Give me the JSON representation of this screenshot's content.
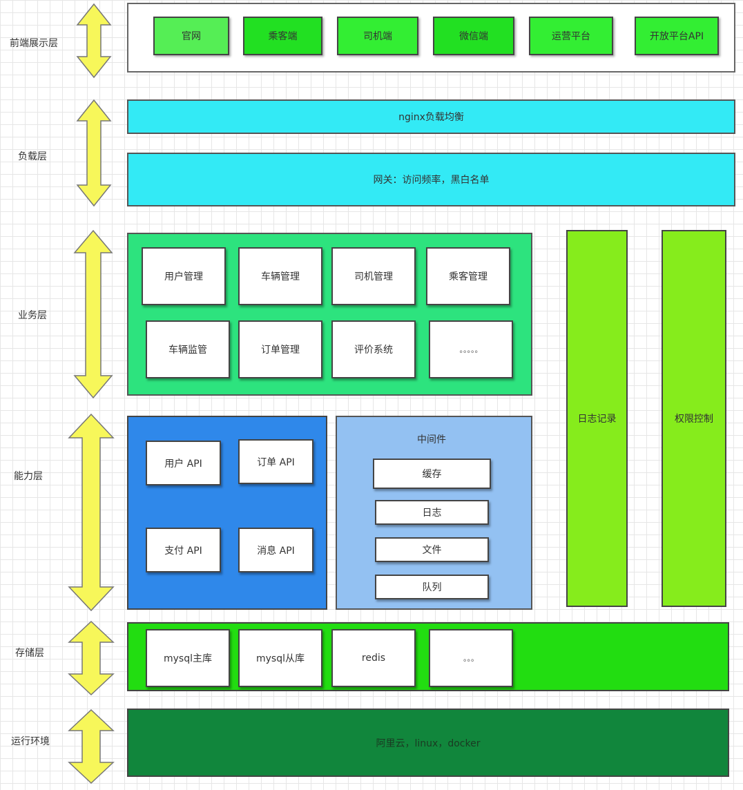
{
  "layers": {
    "frontend": "前端展示层",
    "load": "负载层",
    "business": "业务层",
    "capability": "能力层",
    "storage": "存储层",
    "runtime": "运行环境"
  },
  "frontend": {
    "items": [
      "官网",
      "乘客端",
      "司机端",
      "微信端",
      "运营平台",
      "开放平台API"
    ]
  },
  "load": {
    "nginx": "nginx负载均衡",
    "gateway": "网关：访问频率，黑白名单"
  },
  "business": {
    "items": [
      "用户管理",
      "车辆管理",
      "司机管理",
      "乘客管理",
      "车辆监管",
      "订单管理",
      "评价系统",
      "。。。。。"
    ]
  },
  "side": {
    "log": "日志记录",
    "permission": "权限控制"
  },
  "capability": {
    "apis": [
      "用户 API",
      "订单 API",
      "支付 API",
      "消息 API"
    ],
    "middleware_title": "中间件",
    "middleware": [
      "缓存",
      "日志",
      "文件",
      "队列"
    ]
  },
  "storage": {
    "items": [
      "mysql主库",
      "mysql从库",
      "redis",
      "。。。"
    ]
  },
  "runtime": {
    "text": "阿里云，linux，docker"
  },
  "colors": {
    "arrow_fill": "#f7f75a",
    "nav_button": "#33ee33",
    "cyan": "#33eaf5",
    "business_bg": "#2de37e",
    "api_bg": "#2f88ea",
    "middleware_bg": "#93c1f2",
    "side_bars": "#86ec1c",
    "storage_bg": "#22dd11",
    "runtime_bg": "#11863c"
  }
}
